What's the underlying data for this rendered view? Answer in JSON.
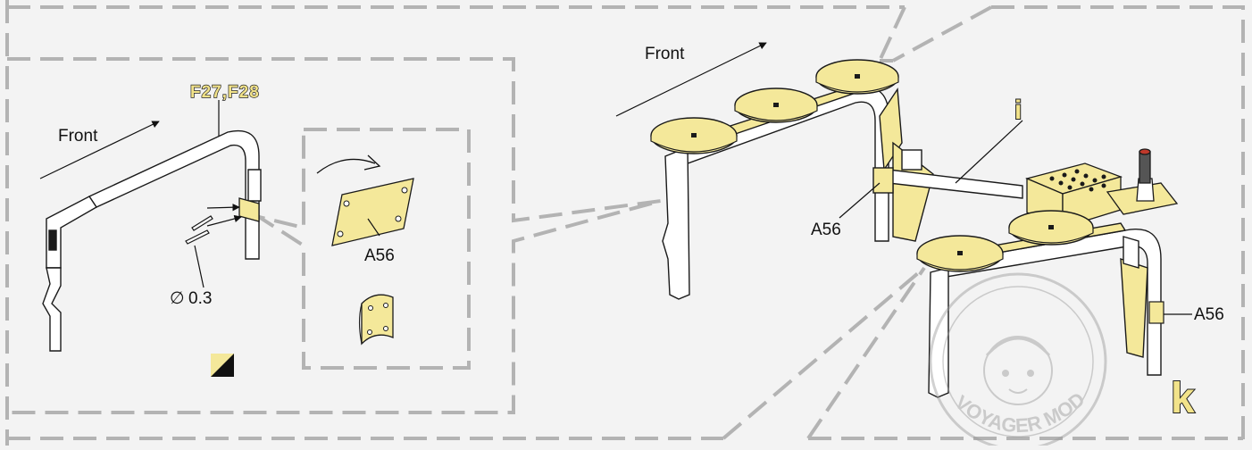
{
  "colors": {
    "part_fill": "#f4e89a",
    "outline": "#1a1a1a",
    "dash": "#b3b3b3",
    "background": "#f3f3f3",
    "rail": "#ffffff"
  },
  "left_panel": {
    "front_label": "Front",
    "part_code": "F27,F28",
    "wire_label": "0.3",
    "diameter_symbol": "∅",
    "step_icon": "paint-swatch-icon"
  },
  "detail_panel": {
    "plate_label": "A56",
    "rotate_icon": "curved-arrow-icon"
  },
  "right_panel": {
    "front_label": "Front",
    "callout_i": "i",
    "label_a56_left": "A56",
    "label_a56_right": "A56",
    "step_letter": "k"
  },
  "watermark": {
    "text": "VOYAGER MODEL",
    "icon": "stamp-seal-icon"
  }
}
